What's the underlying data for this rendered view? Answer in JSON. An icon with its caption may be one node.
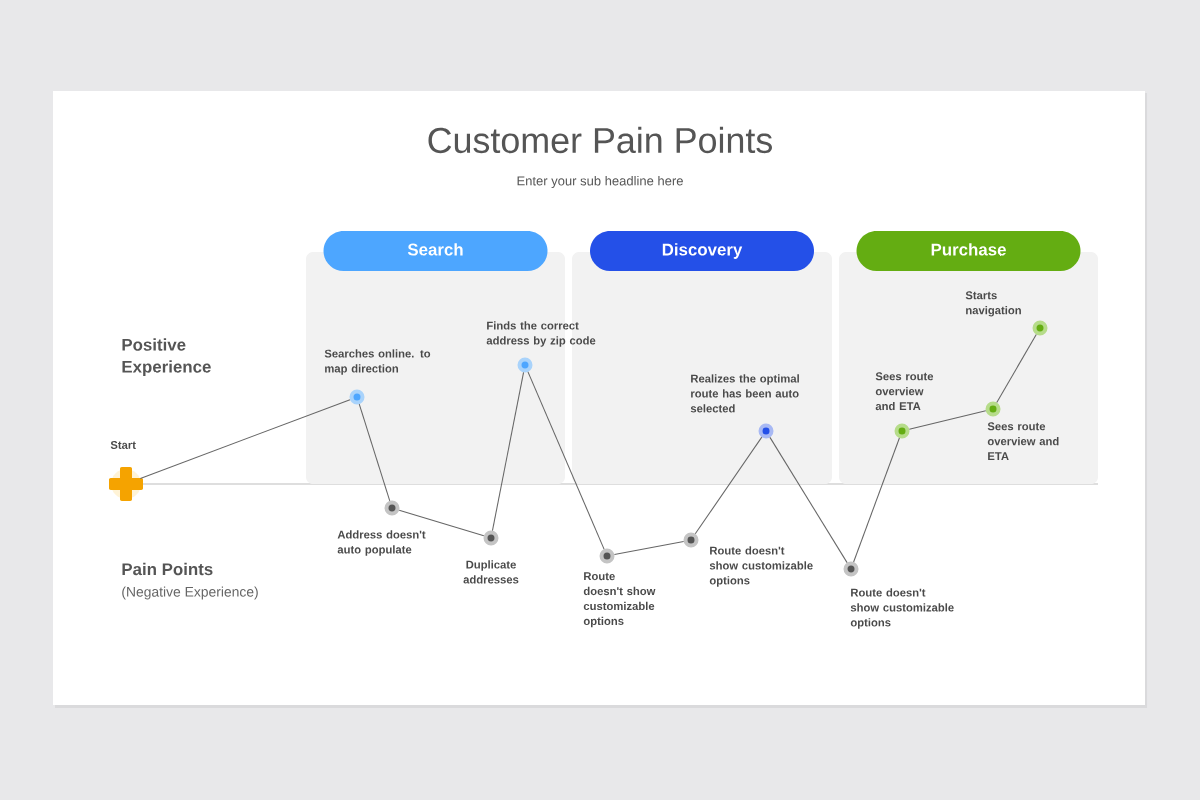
{
  "diagram": {
    "title": "Customer Pain Points",
    "nodes": [
      {
        "text": [
          "Search"
        ]
      },
      {
        "text": [
          "Discovery"
        ]
      },
      {
        "text": [
          "Purchase"
        ]
      },
      {
        "text": [],
        "shape": "cross",
        "beside": [
          "Start"
        ]
      },
      {
        "text": [],
        "shape": "circle",
        "in": 0,
        "beside": [
          "Searches online. to map direction"
        ]
      },
      {
        "text": [],
        "shape": "circle",
        "beside": [
          "Address doesn't auto populate"
        ]
      },
      {
        "text": [],
        "shape": "circle",
        "beside": [
          "Duplicate addresses"
        ]
      },
      {
        "text": [],
        "shape": "circle",
        "in": 0,
        "beside": [
          "Finds the correct address by zip code"
        ]
      },
      {
        "text": [],
        "shape": "circle",
        "beside": [
          "Route doesn't show customizable options"
        ]
      },
      {
        "text": [],
        "shape": "circle",
        "beside": [
          "Route doesn't show customizable options"
        ]
      },
      {
        "text": [],
        "shape": "circle",
        "in": 1,
        "beside": [
          "Realizes the optimal route has been auto selected"
        ]
      },
      {
        "text": [],
        "shape": "circle",
        "beside": [
          "Route doesn't show customizable options"
        ]
      },
      {
        "text": [],
        "shape": "circle",
        "in": 2,
        "beside": [
          "Sees route overview and ETA"
        ]
      },
      {
        "text": [],
        "shape": "circle",
        "in": 2,
        "beside": [
          "Sees route overview and ETA"
        ]
      },
      {
        "text": [],
        "shape": "circle",
        "in": 2,
        "beside": [
          "Starts navigation"
        ]
      }
    ],
    "edges": [
      {
        "from": 3,
        "to": 4,
        "arrow": "none"
      },
      {
        "from": 4,
        "to": 5,
        "arrow": "none"
      },
      {
        "from": 5,
        "to": 6,
        "arrow": "none"
      },
      {
        "from": 6,
        "to": 7,
        "arrow": "none"
      },
      {
        "from": 7,
        "to": 8,
        "arrow": "none"
      },
      {
        "from": 8,
        "to": 9,
        "arrow": "none"
      },
      {
        "from": 9,
        "to": 10,
        "arrow": "none"
      },
      {
        "from": 10,
        "to": 11,
        "arrow": "none"
      },
      {
        "from": 11,
        "to": 12,
        "arrow": "none"
      },
      {
        "from": 12,
        "to": 13,
        "arrow": "none"
      },
      {
        "from": 13,
        "to": 14,
        "arrow": "none"
      }
    ],
    "labels": [
      "Enter your sub headline here",
      "Positive Experience",
      "Pain Points",
      "(Negative Experience)"
    ]
  }
}
